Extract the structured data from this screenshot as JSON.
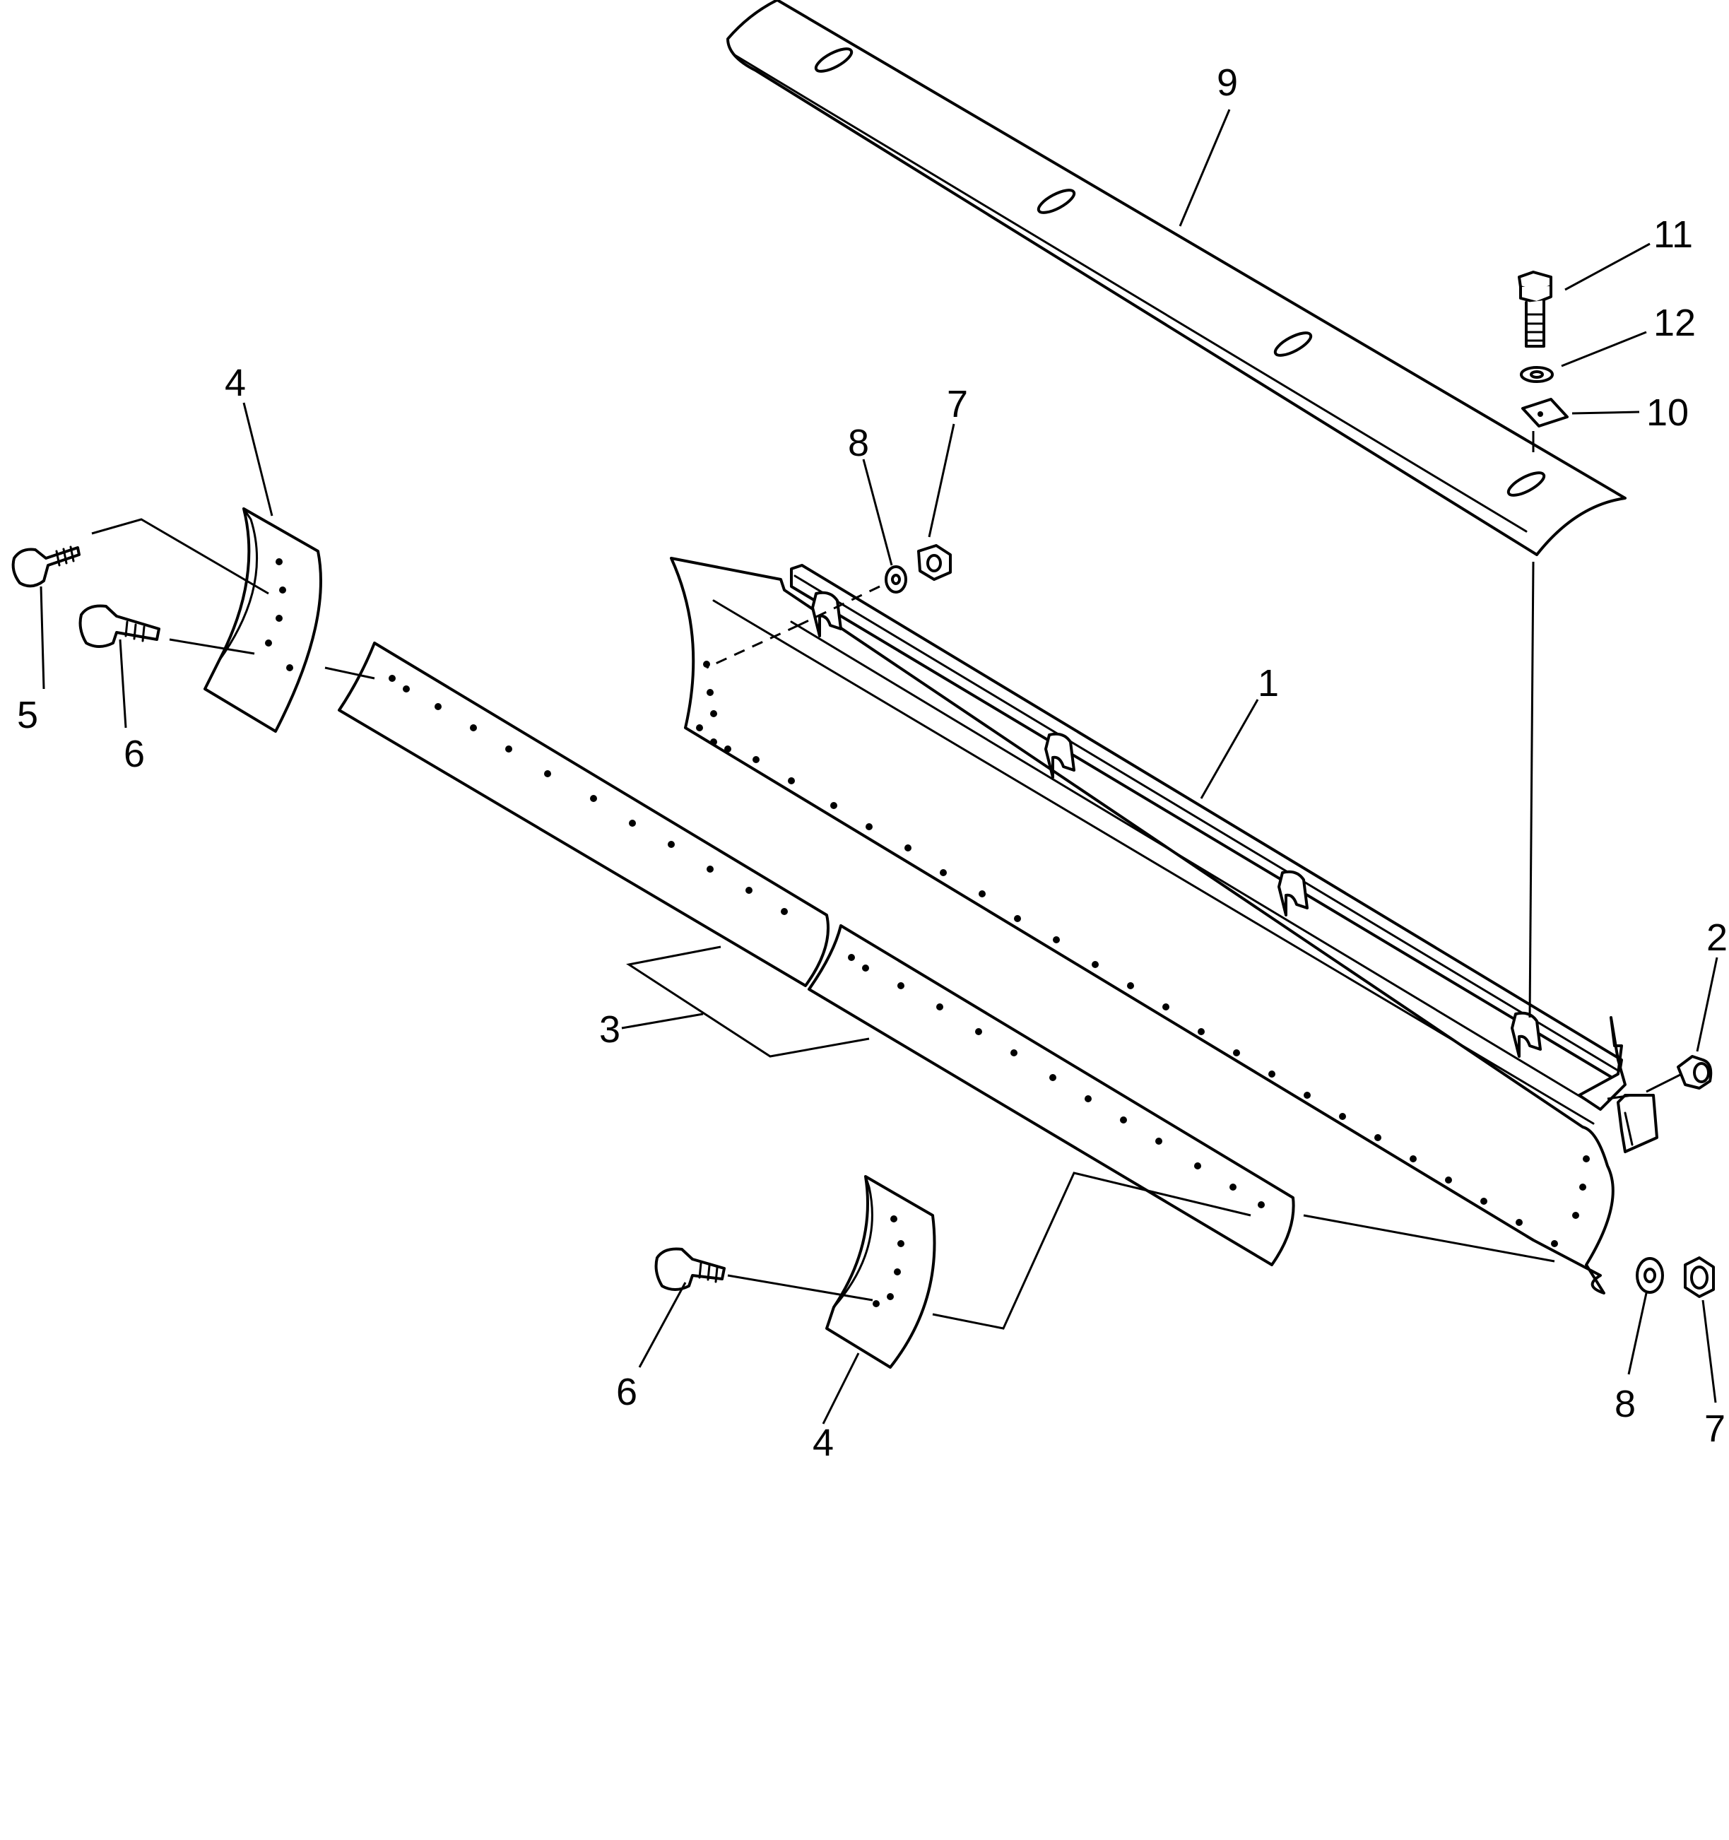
{
  "diagram": {
    "callouts": {
      "c1": "1",
      "c2": "2",
      "c3": "3",
      "c4a": "4",
      "c4b": "4",
      "c5": "5",
      "c6a": "6",
      "c6b": "6",
      "c7a": "7",
      "c7b": "7",
      "c8a": "8",
      "c8b": "8",
      "c9": "9",
      "c10": "10",
      "c11": "11",
      "c12": "12"
    },
    "colors": {
      "line": "#000000",
      "background": "#ffffff"
    }
  }
}
